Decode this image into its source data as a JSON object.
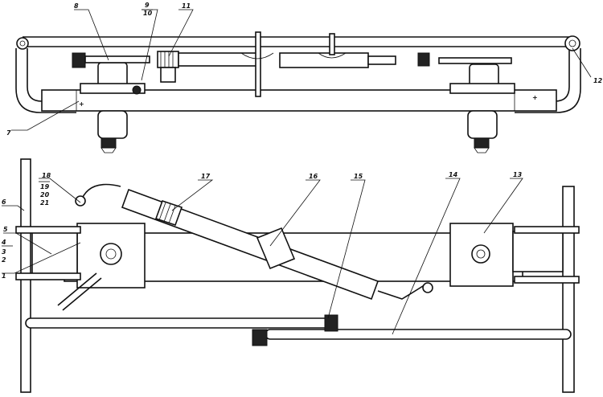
{
  "labels": {
    "top": [
      {
        "id": "lbl-8",
        "text": "8"
      },
      {
        "id": "lbl-9",
        "text": "9"
      },
      {
        "id": "lbl-10",
        "text": "10"
      },
      {
        "id": "lbl-11",
        "text": "11"
      },
      {
        "id": "lbl-12",
        "text": "12"
      },
      {
        "id": "lbl-7",
        "text": "7"
      }
    ],
    "bottom": [
      {
        "id": "lbl-18",
        "text": "18"
      },
      {
        "id": "lbl-19",
        "text": "19"
      },
      {
        "id": "lbl-20",
        "text": "20"
      },
      {
        "id": "lbl-21",
        "text": "21"
      },
      {
        "id": "lbl-17",
        "text": "17"
      },
      {
        "id": "lbl-16",
        "text": "16"
      },
      {
        "id": "lbl-15",
        "text": "15"
      },
      {
        "id": "lbl-14",
        "text": "14"
      },
      {
        "id": "lbl-13",
        "text": "13"
      },
      {
        "id": "lbl-6",
        "text": "6"
      },
      {
        "id": "lbl-5",
        "text": "5"
      },
      {
        "id": "lbl-4",
        "text": "4"
      },
      {
        "id": "lbl-3",
        "text": "3"
      },
      {
        "id": "lbl-2",
        "text": "2"
      },
      {
        "id": "lbl-1",
        "text": "1"
      }
    ]
  }
}
